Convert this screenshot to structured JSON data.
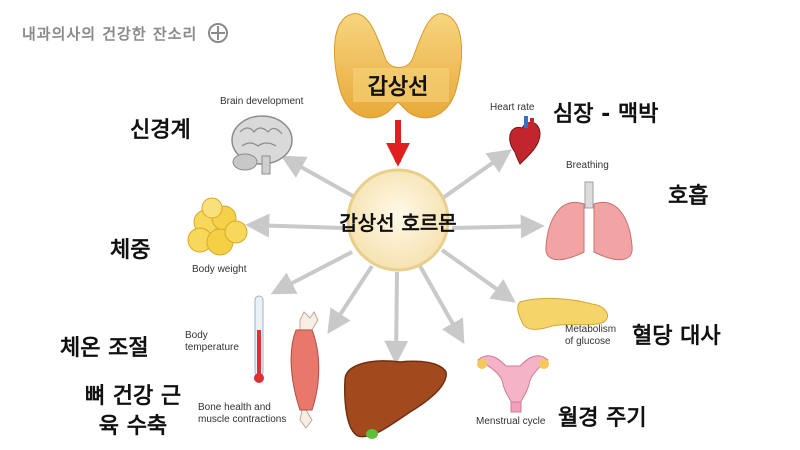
{
  "watermark": {
    "text": "내과의사의 건강한 잔소리",
    "icon": "plus-circle-icon"
  },
  "center": {
    "gland_label": "갑상선",
    "hormone_label": "갑상선 호르몬"
  },
  "effects": [
    {
      "ko": "신경계",
      "en": "Brain development",
      "icon": "brain-icon"
    },
    {
      "ko": "체중",
      "en": "Body weight",
      "icon": "fat-cells-icon"
    },
    {
      "ko": "체온 조절",
      "en": "Body temperature",
      "icon": "thermometer-icon"
    },
    {
      "ko": "뼈 건강 근육 수축",
      "en": "Bone health and muscle contractions",
      "icon": "muscle-bone-icon"
    },
    {
      "ko": "",
      "en": "",
      "icon": "liver-icon"
    },
    {
      "ko": "월경 주기",
      "en": "Menstrual cycle",
      "icon": "uterus-icon"
    },
    {
      "ko": "혈당 대사",
      "en": "Metabolism of glucose",
      "icon": "pancreas-icon"
    },
    {
      "ko": "호흡",
      "en": "Breathing",
      "icon": "lungs-icon"
    },
    {
      "ko": "심장 - 맥박",
      "en": "Heart rate",
      "icon": "heart-icon"
    }
  ],
  "colors": {
    "thyroid": "#f3c25c",
    "arrow_down": "#e02020",
    "arrows": "#c9c9c9",
    "center_fill": "#fbefcf"
  }
}
